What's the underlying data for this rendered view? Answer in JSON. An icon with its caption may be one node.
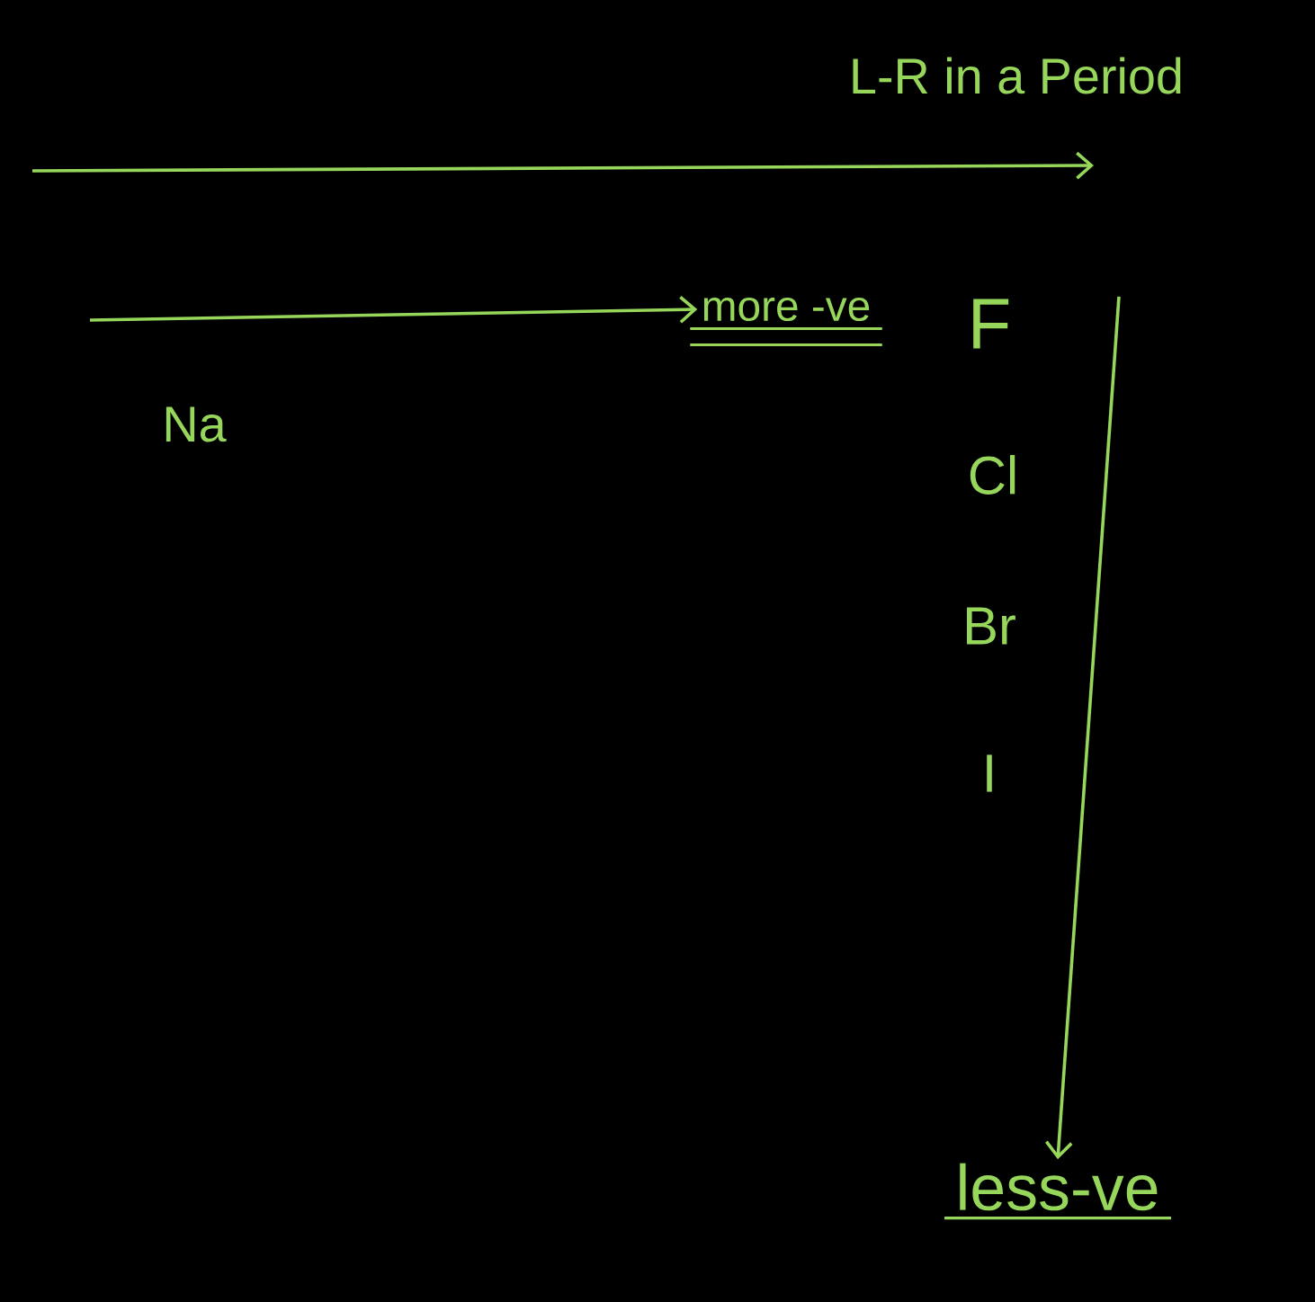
{
  "diagram": {
    "nodes": [
      {
        "text": [
          "more -ve"
        ]
      },
      {
        "text": [
          "less-ve"
        ]
      }
    ],
    "edges": [
      {
        "from": null,
        "to": 0,
        "arrow": "to"
      },
      {
        "from": null,
        "to": 1,
        "arrow": "to"
      }
    ],
    "labels": [
      "L-R in a Period",
      "Na",
      "F",
      "Cl",
      "Br",
      "I"
    ]
  }
}
